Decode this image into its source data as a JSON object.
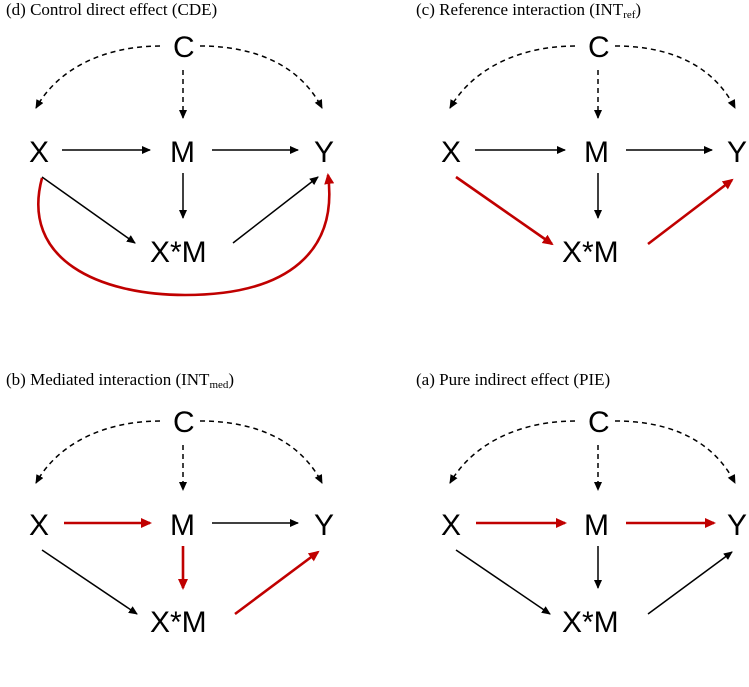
{
  "colors": {
    "black": "#000000",
    "red": "#c00000"
  },
  "panels": [
    {
      "id": "d",
      "title_main": "(d) Control direct effect (CDE)",
      "title_sub": "",
      "nodes": {
        "C": "C",
        "X": "X",
        "M": "M",
        "Y": "Y",
        "XM": "X*M"
      },
      "red_edges": [
        "X-Y-curve"
      ]
    },
    {
      "id": "c",
      "title_main": "(c) Reference interaction (INT",
      "title_sub": "ref",
      "title_end": ")",
      "nodes": {
        "C": "C",
        "X": "X",
        "M": "M",
        "Y": "Y",
        "XM": "X*M"
      },
      "red_edges": [
        "X-XM",
        "XM-Y"
      ]
    },
    {
      "id": "b",
      "title_main": "(b) Mediated interaction (INT",
      "title_sub": "med",
      "title_end": ")",
      "nodes": {
        "C": "C",
        "X": "X",
        "M": "M",
        "Y": "Y",
        "XM": "X*M"
      },
      "red_edges": [
        "X-M",
        "M-XM",
        "XM-Y"
      ]
    },
    {
      "id": "a",
      "title_main": "(a) Pure indirect effect (PIE)",
      "title_sub": "",
      "nodes": {
        "C": "C",
        "X": "X",
        "M": "M",
        "Y": "Y",
        "XM": "X*M"
      },
      "red_edges": [
        "X-M",
        "M-Y"
      ]
    }
  ]
}
